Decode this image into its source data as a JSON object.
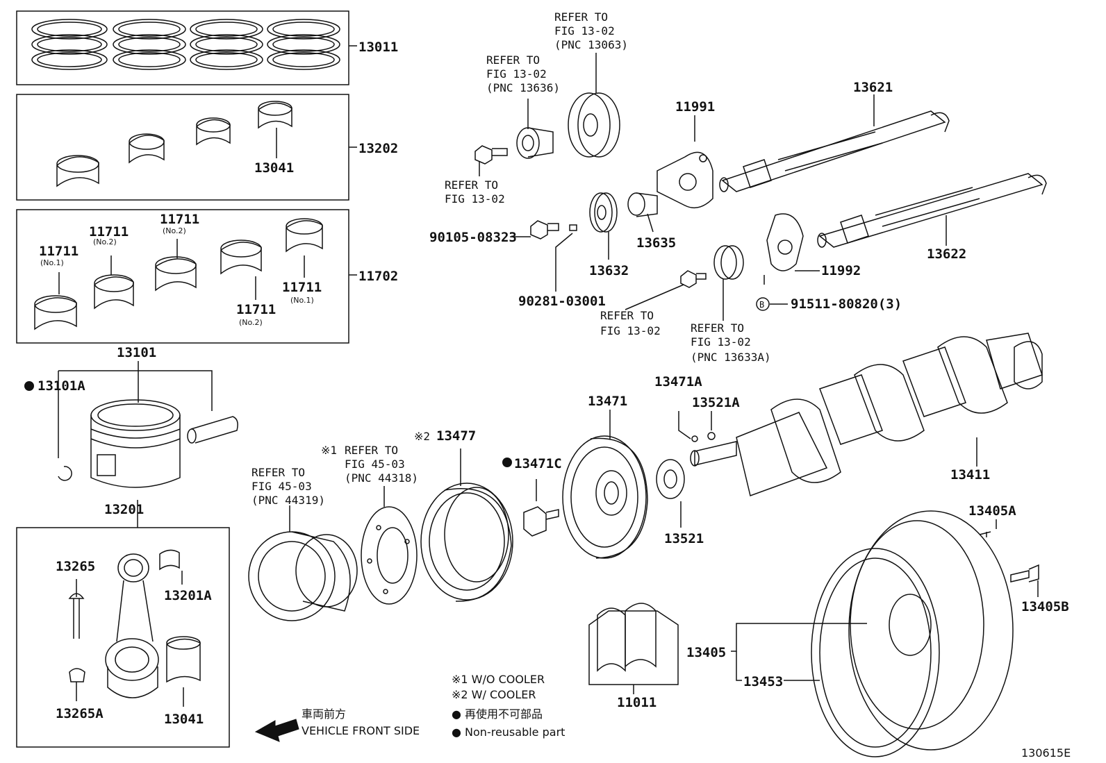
{
  "parts": {
    "p13011": "13011",
    "p13202": "13202",
    "p13041a": "13041",
    "p11711_no1_a": "11711",
    "p11711_no2_a": "11711",
    "p11711_no2_b": "11711",
    "p11711_no1_b": "11711",
    "p11711_no2_c": "11711",
    "p11702": "11702",
    "p13101": "13101",
    "p13101A": "13101A",
    "p13201": "13201",
    "p13265": "13265",
    "p13201A": "13201A",
    "p13265A": "13265A",
    "p13041b": "13041",
    "p13477": "13477",
    "p13471C": "13471C",
    "p13471": "13471",
    "p13471A": "13471A",
    "p13521A": "13521A",
    "p13521": "13521",
    "p13411": "13411",
    "p13405A": "13405A",
    "p13405B": "13405B",
    "p13405": "13405",
    "p13453": "13453",
    "p11011": "11011",
    "p13621": "13621",
    "p11991": "11991",
    "p13622": "13622",
    "p11992": "11992",
    "p13635": "13635",
    "p13632": "13632",
    "p90105": "90105-08323",
    "p90281": "90281-03001",
    "p91511": "91511-80820(3)"
  },
  "sub_labels": {
    "no1": "(No.1)",
    "no2": "(No.2)"
  },
  "refs": {
    "r1": [
      "REFER TO",
      "FIG 13-02",
      "(PNC 13063)"
    ],
    "r2": [
      "REFER TO",
      "FIG 13-02",
      "(PNC 13636)"
    ],
    "r3": [
      "REFER TO",
      "FIG 13-02"
    ],
    "r4": [
      "REFER TO",
      "FIG 13-02"
    ],
    "r5": [
      "REFER TO",
      "FIG 13-02",
      "(PNC 13633A)"
    ],
    "r6": [
      "REFER TO",
      "FIG 45-03",
      "(PNC 44319)"
    ],
    "r7": [
      "REFER TO",
      "FIG 45-03",
      "(PNC 44318)"
    ]
  },
  "marks": {
    "note1": "※1",
    "note2": "※2",
    "bolt_b": "B"
  },
  "legend": {
    "note1": "※1 W/O COOLER",
    "note2": "※2 W/ COOLER",
    "nonreuse_jp": "● 再使用不可部品",
    "nonreuse_en": "● Non-reusable part",
    "front_jp": "車両前方",
    "front_en": "VEHICLE FRONT SIDE"
  },
  "figure_id": "130615E",
  "icons": [
    "non-reusable-dot-icon",
    "front-arrow-icon",
    "b-circle-icon"
  ]
}
